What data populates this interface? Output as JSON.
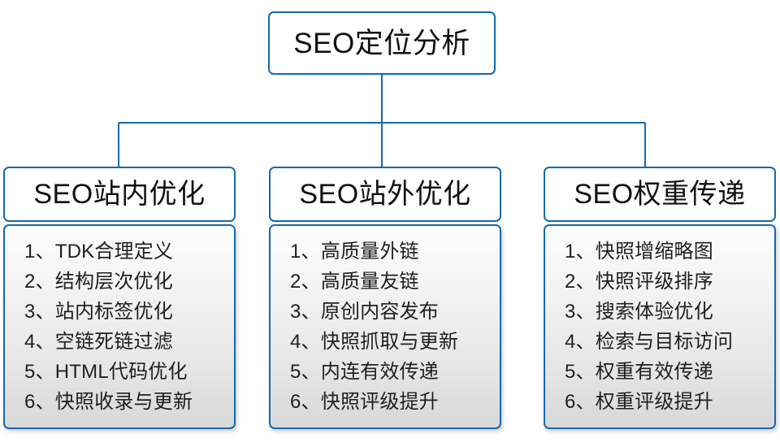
{
  "diagram": {
    "type": "org-tree",
    "root": {
      "label": "SEO定位分析"
    },
    "accent_color": "#1569b0",
    "connector_color": "#1569b0",
    "branches": [
      {
        "header": "SEO站内优化",
        "items": [
          "1、TDK合理定义",
          "2、结构层次优化",
          "3、站内标签优化",
          "4、空链死链过滤",
          "5、HTML代码优化",
          "6、快照收录与更新"
        ]
      },
      {
        "header": "SEO站外优化",
        "items": [
          "1、高质量外链",
          "2、高质量友链",
          "3、原创内容发布",
          "4、快照抓取与更新",
          "5、内连有效传递",
          "6、快照评级提升"
        ]
      },
      {
        "header": "SEO权重传递",
        "items": [
          "1、快照增缩略图",
          "2、快照评级排序",
          "3、搜索体验优化",
          "4、检索与目标访问",
          "5、权重有效传递",
          "6、权重评级提升"
        ]
      }
    ]
  }
}
